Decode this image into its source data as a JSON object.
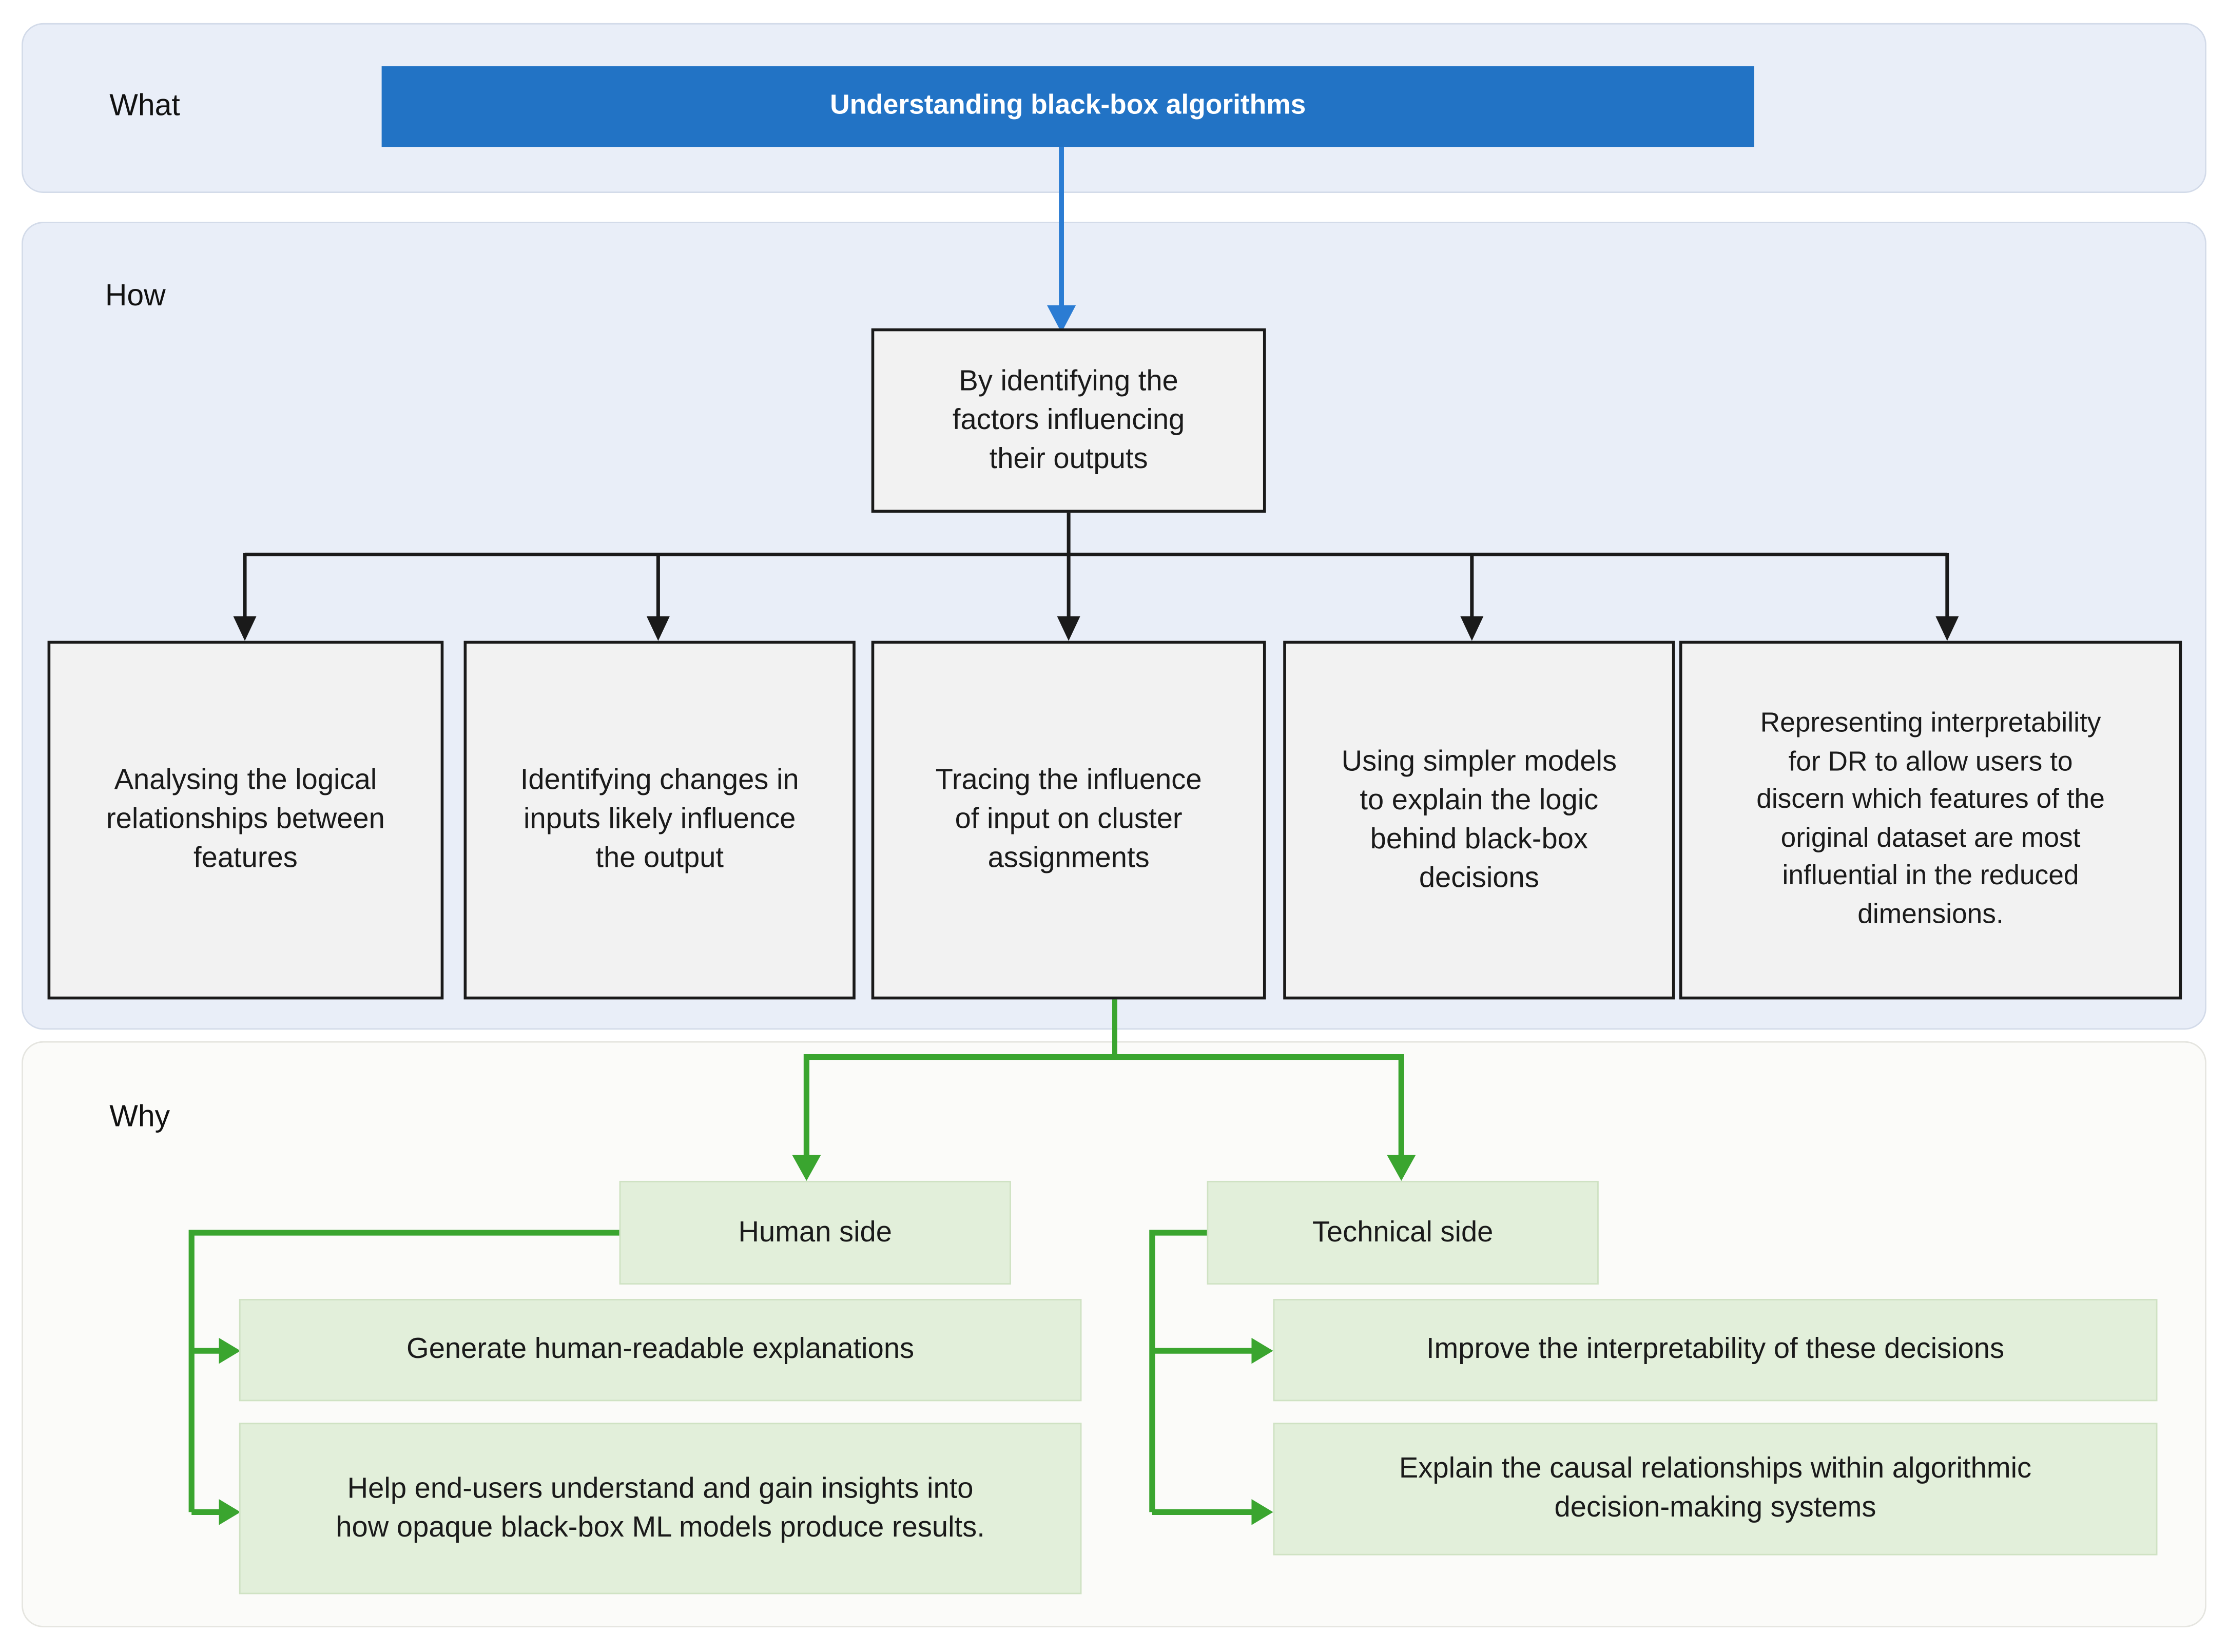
{
  "what": {
    "label": "What",
    "title": "Understanding black-box algorithms"
  },
  "how": {
    "label": "How",
    "root": "By identifying the factors influencing their outputs",
    "methods": [
      "Analysing the logical relationships between features",
      "Identifying changes in inputs likely influence the output",
      "Tracing the influence of input on cluster assignments",
      "Using simpler models to explain the logic behind black-box decisions",
      "Representing interpretability for DR to allow users to discern which features of the original dataset are most influential in the reduced dimensions."
    ]
  },
  "why": {
    "label": "Why",
    "human": {
      "title": "Human side",
      "items": [
        "Generate human-readable explanations",
        "Help end-users understand and gain insights into how opaque black-box ML models produce results."
      ]
    },
    "technical": {
      "title": "Technical side",
      "items": [
        "Improve the interpretability of these decisions",
        "Explain the causal relationships within algorithmic decision-making systems"
      ]
    }
  },
  "colors": {
    "accent_blue": "#2273c5",
    "connector_blue": "#2b7cd3",
    "connector_black": "#1a1a1a",
    "connector_green": "#3aa52f",
    "panel_blue": "#e9eef8",
    "panel_gray": "#fbfbf9",
    "box_gray": "#f2f2f2",
    "box_green": "#e2efda"
  }
}
